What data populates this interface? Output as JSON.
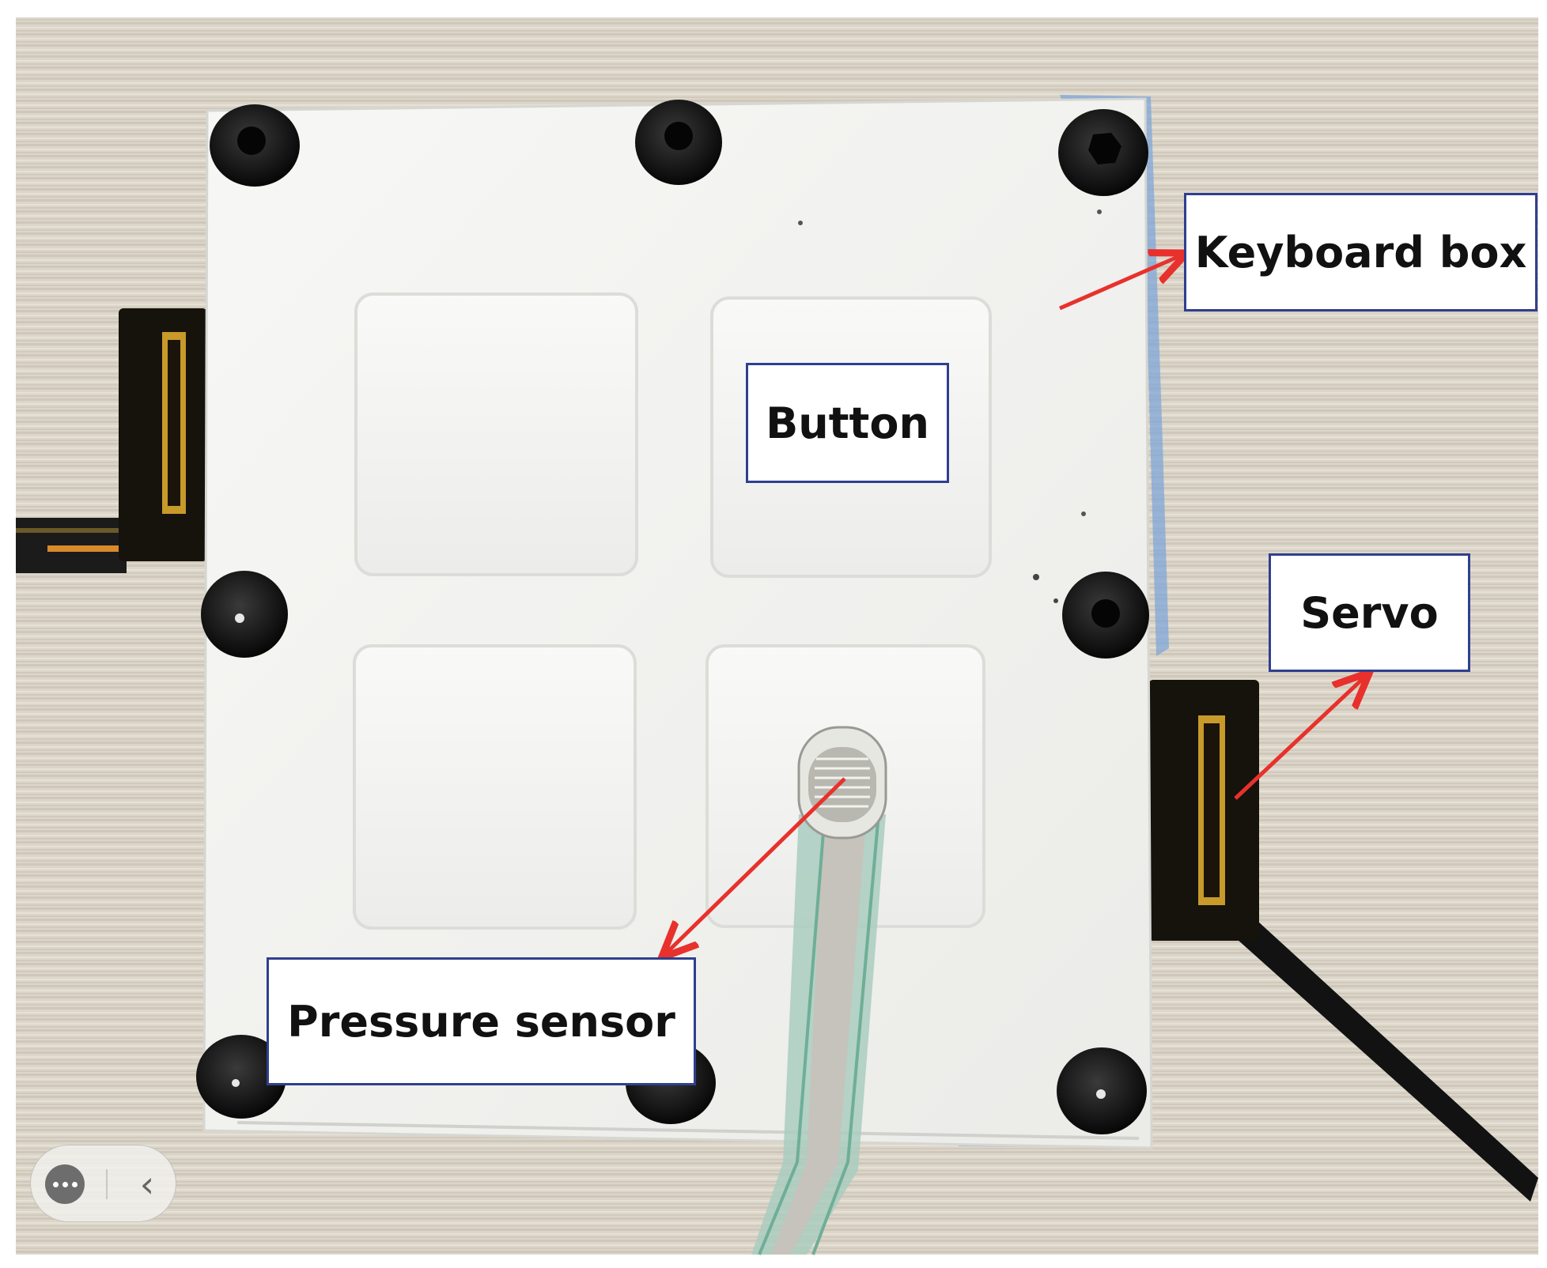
{
  "labels": {
    "keyboard_box": "Keyboard box",
    "button": "Button",
    "servo": "Servo",
    "pressure_sensor": "Pressure sensor"
  },
  "colors": {
    "arrow": "#e8312c",
    "label_border": "#2f3f8f",
    "wood": "#d9d3c6",
    "keyboard_plate": "#f4f4f2",
    "key_cap": "#f7f7f5",
    "bolt": "#141414",
    "servo_body": "#16120c",
    "servo_sticker": "#c79a2a",
    "sensor_trace": "#8fbfae"
  },
  "icons": {
    "more": "more-dots-icon",
    "collapse": "chevron-left-icon"
  },
  "viewer_controls": {
    "collapse_glyph": "‹"
  }
}
